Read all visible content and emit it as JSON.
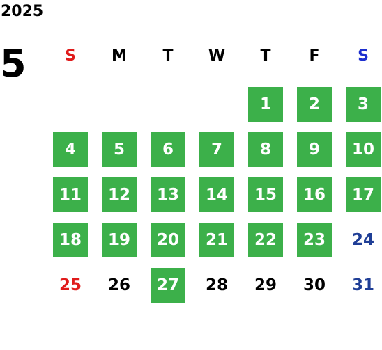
{
  "calendar": {
    "year": "2025",
    "month": "5",
    "weekdays": [
      {
        "label": "S",
        "color": "#e01b1b"
      },
      {
        "label": "M",
        "color": "#000000"
      },
      {
        "label": "T",
        "color": "#000000"
      },
      {
        "label": "W",
        "color": "#000000"
      },
      {
        "label": "T",
        "color": "#000000"
      },
      {
        "label": "F",
        "color": "#000000"
      },
      {
        "label": "S",
        "color": "#1d2fcf"
      }
    ],
    "highlight_color": "#3cb04a",
    "first_weekday_index": 4,
    "days": [
      {
        "label": "1",
        "highlighted": true
      },
      {
        "label": "2",
        "highlighted": true
      },
      {
        "label": "3",
        "highlighted": true
      },
      {
        "label": "4",
        "highlighted": true
      },
      {
        "label": "5",
        "highlighted": true
      },
      {
        "label": "6",
        "highlighted": true
      },
      {
        "label": "7",
        "highlighted": true
      },
      {
        "label": "8",
        "highlighted": true
      },
      {
        "label": "9",
        "highlighted": true
      },
      {
        "label": "10",
        "highlighted": true
      },
      {
        "label": "11",
        "highlighted": true
      },
      {
        "label": "12",
        "highlighted": true
      },
      {
        "label": "13",
        "highlighted": true
      },
      {
        "label": "14",
        "highlighted": true
      },
      {
        "label": "15",
        "highlighted": true
      },
      {
        "label": "16",
        "highlighted": true
      },
      {
        "label": "17",
        "highlighted": true
      },
      {
        "label": "18",
        "highlighted": true
      },
      {
        "label": "19",
        "highlighted": true
      },
      {
        "label": "20",
        "highlighted": true
      },
      {
        "label": "21",
        "highlighted": true
      },
      {
        "label": "22",
        "highlighted": true
      },
      {
        "label": "23",
        "highlighted": true
      },
      {
        "label": "24",
        "highlighted": false,
        "color": "#1f3e96"
      },
      {
        "label": "25",
        "highlighted": false,
        "color": "#e01b1b"
      },
      {
        "label": "26",
        "highlighted": false,
        "color": "#000000"
      },
      {
        "label": "27",
        "highlighted": true
      },
      {
        "label": "28",
        "highlighted": false,
        "color": "#000000"
      },
      {
        "label": "29",
        "highlighted": false,
        "color": "#000000"
      },
      {
        "label": "30",
        "highlighted": false,
        "color": "#000000"
      },
      {
        "label": "31",
        "highlighted": false,
        "color": "#1f3e96"
      }
    ]
  }
}
